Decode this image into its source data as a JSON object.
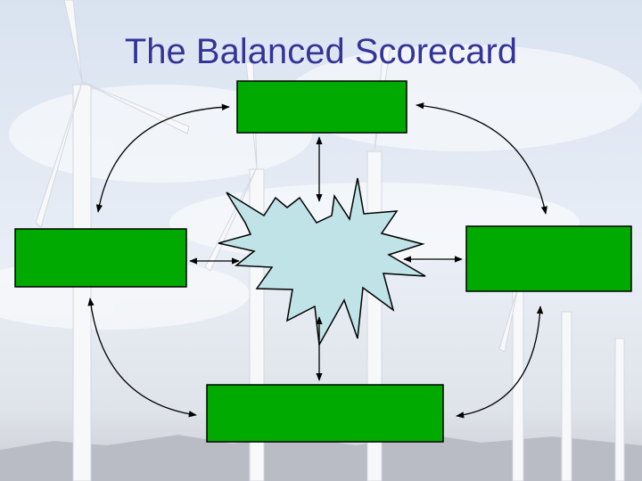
{
  "slide": {
    "title": "The Balanced Scorecard"
  },
  "diagram": {
    "boxes": [
      {
        "id": "top",
        "label": ""
      },
      {
        "id": "left",
        "label": ""
      },
      {
        "id": "right",
        "label": ""
      },
      {
        "id": "bottom",
        "label": ""
      }
    ],
    "center_shape": {
      "type": "starburst",
      "label": ""
    },
    "colors": {
      "box_fill": "#00aa00",
      "box_stroke": "#000000",
      "star_fill": "#bfe3e6",
      "star_stroke": "#000000",
      "title": "#333399",
      "arrow": "#000000"
    }
  }
}
